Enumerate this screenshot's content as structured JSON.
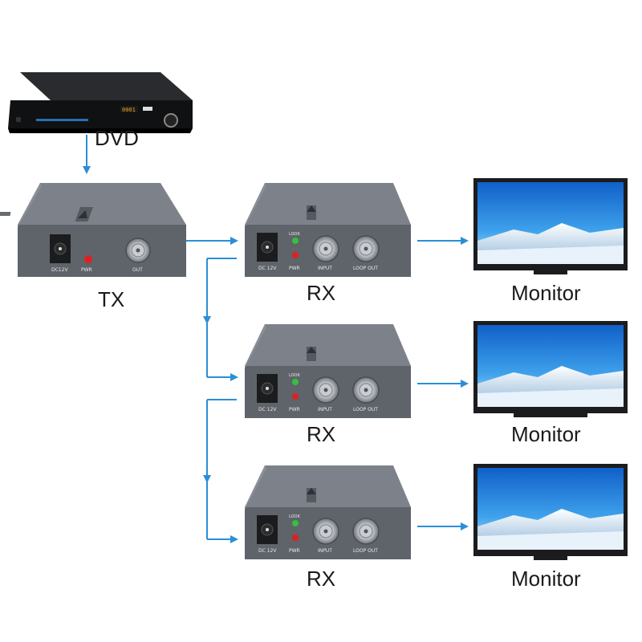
{
  "labels": {
    "dvd": "DVD",
    "tx": "TX",
    "rx": "RX",
    "monitor": "Monitor"
  },
  "ports": {
    "dc12v_tx": "DC12V",
    "dc12v_rx": "DC 12V",
    "pwr": "PWR",
    "out": "OUT",
    "look": "LOOK",
    "input": "INPUT",
    "loop_out": "LOOP OUT"
  },
  "dvd_display": "0001",
  "colors": {
    "arrow": "#2a8fd6",
    "device_body": "#5f636a",
    "device_top": "#7d828a",
    "device_panel": "#4c5057",
    "led_red": "#e02020",
    "led_green": "#35c040",
    "monitor_frame": "#1c1c1e",
    "sky": "#1f8ad9"
  }
}
